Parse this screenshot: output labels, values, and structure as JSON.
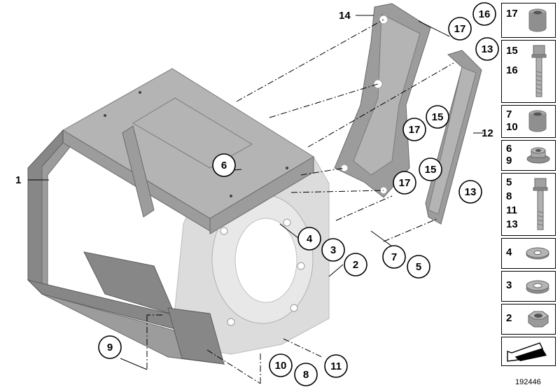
{
  "diagram": {
    "id_number": "192446",
    "callouts": [
      "1",
      "2",
      "3",
      "4",
      "5",
      "6",
      "7",
      "8",
      "9",
      "10",
      "11",
      "12",
      "13",
      "13",
      "14",
      "15",
      "15",
      "16",
      "17",
      "17",
      "17"
    ]
  },
  "legend": {
    "cells": [
      {
        "numbers": [
          "17"
        ],
        "icon": "sleeve-icon"
      },
      {
        "numbers": [
          "15",
          "16"
        ],
        "icon": "hex-bolt-long-icon"
      },
      {
        "numbers": [
          "7",
          "10"
        ],
        "icon": "sleeve-icon"
      },
      {
        "numbers": [
          "6",
          "9"
        ],
        "icon": "flange-nut-icon"
      },
      {
        "numbers": [
          "5",
          "8",
          "11",
          "13"
        ],
        "icon": "hex-bolt-icon"
      },
      {
        "numbers": [
          "4"
        ],
        "icon": "washer-icon"
      },
      {
        "numbers": [
          "3"
        ],
        "icon": "washer-icon"
      },
      {
        "numbers": [
          "2"
        ],
        "icon": "hex-nut-icon"
      },
      {
        "numbers": [],
        "icon": "arrow-icon"
      }
    ]
  }
}
